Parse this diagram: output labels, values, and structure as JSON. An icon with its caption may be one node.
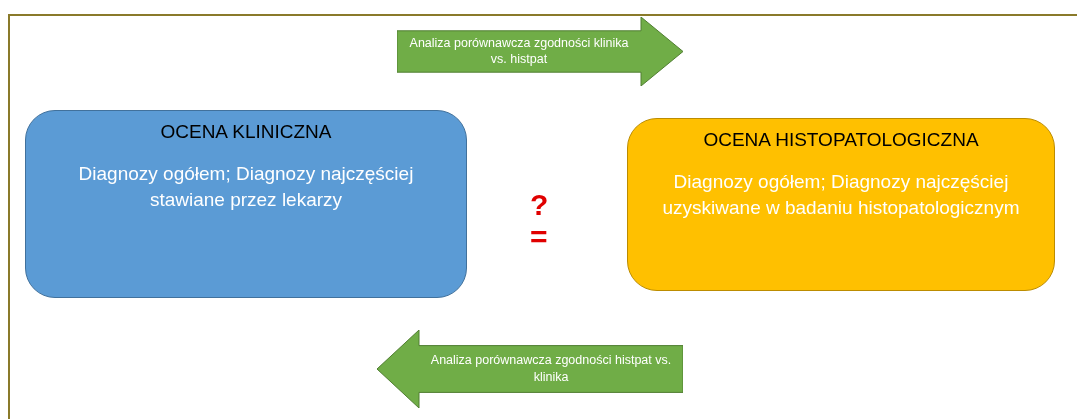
{
  "diagram": {
    "nodes": [
      {
        "text": [
          "OCENA KLINICZNA",
          "Diagnozy ogółem; Diagnozy najczęściej stawiane przez lekarzy"
        ]
      },
      {
        "text": [
          "OCENA HISTOPATOLOGICZNA",
          "Diagnozy ogółem; Diagnozy najczęściej uzyskiwane w badaniu histopatologicznym"
        ]
      },
      {
        "text": [
          "Analiza porównawcza zgodności klinika vs. histpat"
        ]
      },
      {
        "text": [
          "Analiza porównawcza zgodności histpat vs. klinika"
        ]
      }
    ],
    "labels": [
      "?",
      "="
    ]
  }
}
